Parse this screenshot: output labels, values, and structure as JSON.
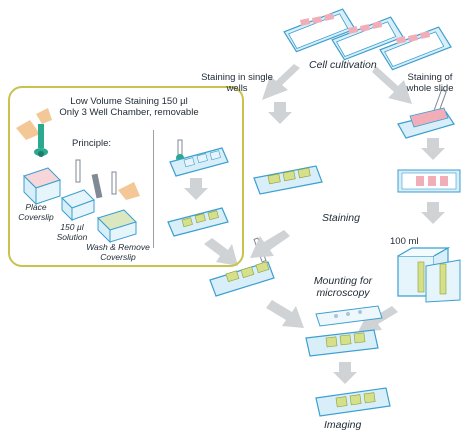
{
  "labels": {
    "cell_cultivation": "Cell cultivation",
    "staining_single_wells": "Staining in single wells",
    "staining_whole_slide": "Staining of whole slide",
    "box_title_line1": "Low Volume Staining 150 µl",
    "box_title_line2": "Only 3 Well Chamber, removable",
    "principle": "Principle:",
    "place_coverslip": "Place Coverslip",
    "solution_150": "150 µl Solution",
    "wash_remove": "Wash & Remove Coverslip",
    "staining": "Staining",
    "volume_100ml": "100 ml",
    "mounting": "Mounting for microscopy",
    "imaging": "Imaging"
  },
  "colors": {
    "slide_frame": "#3b9fd0",
    "slide_fill": "#d8eef8",
    "well_pink": "#f2aeb8",
    "well_green": "#d6df8a",
    "arrow_gray": "#cfd3d6",
    "box_border": "#c9c24d",
    "pipette_green": "#2aa98f",
    "glove": "#f3c896"
  },
  "icons": {
    "pipette": "pipette-icon",
    "hand": "hand-icon",
    "slide": "chamber-slide-icon",
    "jar": "staining-jar-icon"
  }
}
